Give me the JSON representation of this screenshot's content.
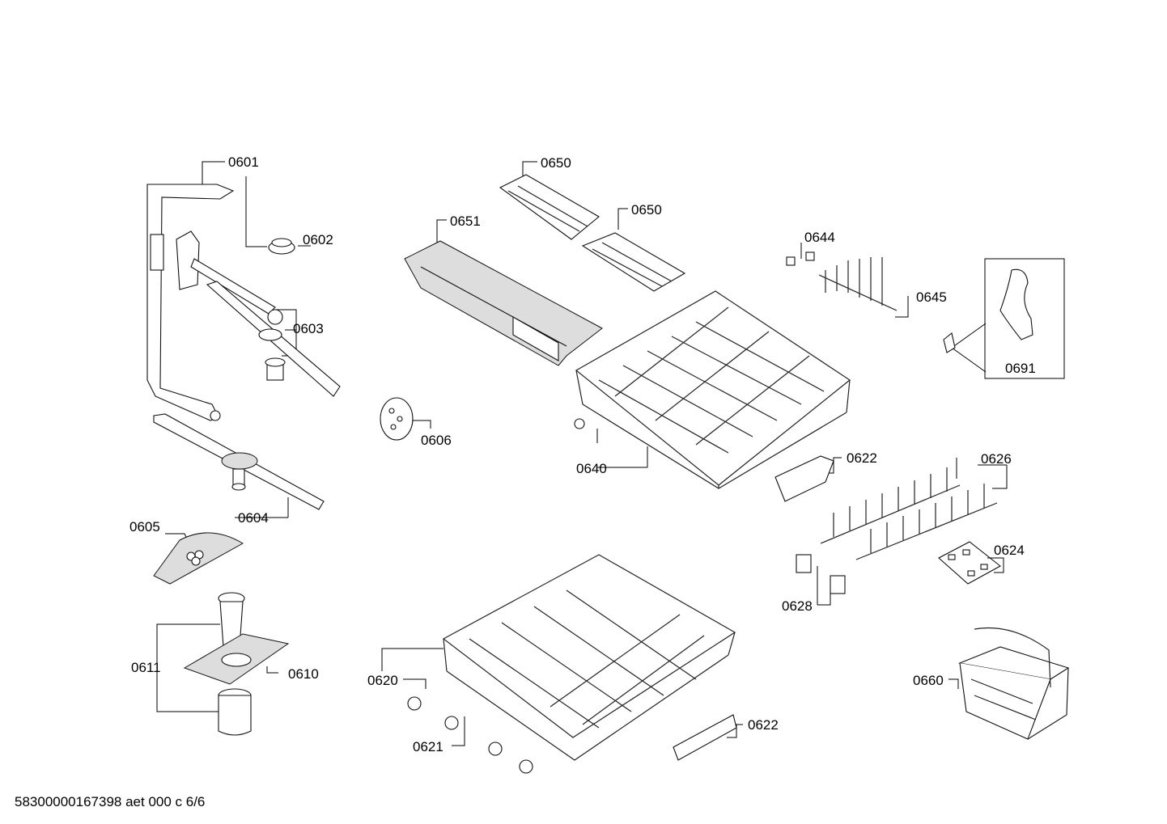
{
  "document": {
    "reference": "58300000167398 aet 000 c 6/6"
  },
  "callouts": [
    {
      "id": "c0601",
      "label": "0601"
    },
    {
      "id": "c0602",
      "label": "0602"
    },
    {
      "id": "c0603",
      "label": "0603"
    },
    {
      "id": "c0604",
      "label": "0604"
    },
    {
      "id": "c0605",
      "label": "0605"
    },
    {
      "id": "c0606",
      "label": "0606"
    },
    {
      "id": "c0610",
      "label": "0610"
    },
    {
      "id": "c0611",
      "label": "0611"
    },
    {
      "id": "c0620",
      "label": "0620"
    },
    {
      "id": "c0621",
      "label": "0621"
    },
    {
      "id": "c0622a",
      "label": "0622"
    },
    {
      "id": "c0622b",
      "label": "0622"
    },
    {
      "id": "c0624",
      "label": "0624"
    },
    {
      "id": "c0626",
      "label": "0626"
    },
    {
      "id": "c0628",
      "label": "0628"
    },
    {
      "id": "c0640",
      "label": "0640"
    },
    {
      "id": "c0644",
      "label": "0644"
    },
    {
      "id": "c0645",
      "label": "0645"
    },
    {
      "id": "c0650a",
      "label": "0650"
    },
    {
      "id": "c0650b",
      "label": "0650"
    },
    {
      "id": "c0651",
      "label": "0651"
    },
    {
      "id": "c0660",
      "label": "0660"
    },
    {
      "id": "c0691",
      "label": "0691"
    }
  ]
}
